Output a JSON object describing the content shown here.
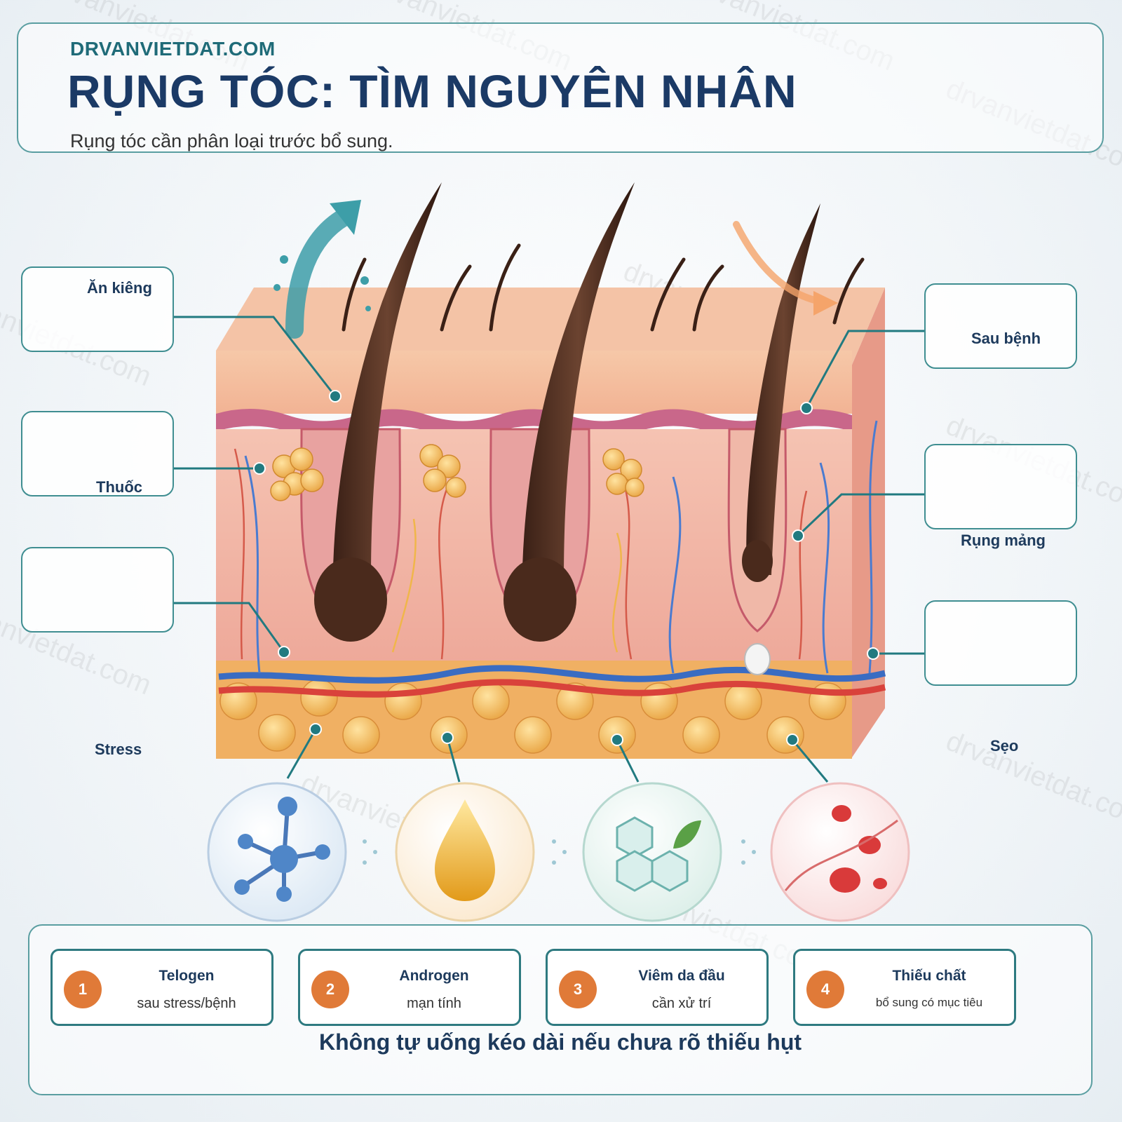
{
  "header": {
    "site": "DRVANVIETDAT.COM",
    "title": "RỤNG TÓC: TÌM NGUYÊN NHÂN",
    "subtitle": "Rụng tóc cần phân loại trước bổ sung."
  },
  "labels": {
    "left": [
      "Ăn kiêng",
      "Thuốc",
      "Stress"
    ],
    "right": [
      "Sau bệnh",
      "Rụng mảng",
      "Sẹo"
    ]
  },
  "cards": [
    {
      "num": "1",
      "title": "Telogen",
      "sub": "sau stress/bệnh"
    },
    {
      "num": "2",
      "title": "Androgen",
      "sub": "mạn tính"
    },
    {
      "num": "3",
      "title": "Viêm da đầu",
      "sub": "cần xử trí"
    },
    {
      "num": "4",
      "title": "Thiếu chất",
      "sub": "bổ sung có mục tiêu"
    }
  ],
  "note": "Không tự uống kéo dài nếu chưa rõ thiếu hụt",
  "watermark": "drvanvietdat.com",
  "colors": {
    "accent": "#3f8e91",
    "title": "#1b3a66",
    "badge": "#e07a38"
  }
}
